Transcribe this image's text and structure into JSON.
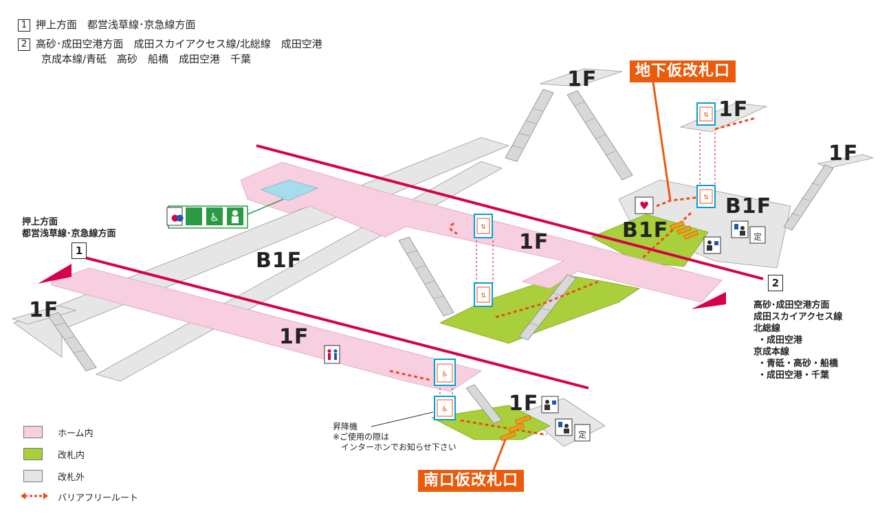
{
  "directions": {
    "d1": {
      "num": "1",
      "text": "押上方面　都営浅草線･京急線方面"
    },
    "d2": {
      "num": "2",
      "line1": "高砂･成田空港方面　成田スカイアクセス線/北総線　成田空港",
      "line2": "京成本線/青砥　高砂　船橋　成田空港　千葉"
    }
  },
  "floors": {
    "f_top": "1F",
    "f_elev_top": "1F",
    "f_right": "1F",
    "b1_right": "B1F",
    "b1_gate": "B1F",
    "b1_center": "1F",
    "b1_left": "B1F",
    "f_left": "1F",
    "f_platform": "1F",
    "f_south": "1F"
  },
  "left_dest": {
    "line1": "押上方面",
    "line2": "都営浅草線･京急線方面",
    "num": "1"
  },
  "right_dest": {
    "num": "2",
    "lines": [
      "高砂･成田空港方面",
      "成田スカイアクセス線",
      "北総線",
      "・成田空港",
      "京成本線",
      "・青砥・高砂・船橋",
      "・成田空港・千葉"
    ]
  },
  "gates": {
    "north": "地下仮改札口",
    "south": "南口仮改札口"
  },
  "lift_note": {
    "title": "昇降機",
    "line1": "※ご使用の際は",
    "line2": "インターホンでお知らせ下さい"
  },
  "legend": {
    "platform": "ホーム内",
    "paid": "改札内",
    "unpaid": "改札外",
    "barrier_free": "バリアフリールート"
  },
  "colors": {
    "platform": "#f7cfe0",
    "paid": "#a9cf3a",
    "unpaid": "#e6e6e6",
    "rail": "#d6004f",
    "gate": "#ea5b0c",
    "route": "#e84d1c",
    "elevator": "#00a0d2",
    "toilet_men": "#1d5aa8",
    "toilet_women": "#d6004f",
    "access": "#2b9a44"
  },
  "icons": {
    "elevator": "elevator-icon",
    "stair_lift": "stair-lift-icon",
    "toilet": "toilet-icon",
    "aed": "aed-icon",
    "ticket": "ticket-icon",
    "commuter_pass": "commuter-pass-icon",
    "station_staff": "staff-icon"
  },
  "icon_text": {
    "pass": "定"
  }
}
